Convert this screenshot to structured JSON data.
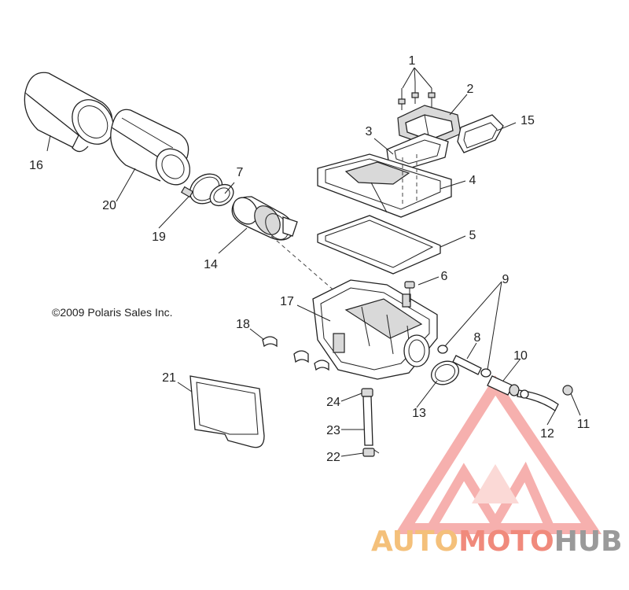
{
  "copyright": "©2009 Polaris Sales Inc.",
  "callouts": [
    "1",
    "2",
    "3",
    "4",
    "5",
    "6",
    "7",
    "8",
    "9",
    "10",
    "11",
    "12",
    "13",
    "14",
    "15",
    "16",
    "17",
    "18",
    "19",
    "20",
    "21",
    "22",
    "23",
    "24"
  ],
  "watermark": {
    "part1": "AUTO",
    "part2": "MOTO",
    "part3": "HUB",
    "colors": {
      "auto": "#f4c07a",
      "moto": "#f08a7c",
      "hub": "#9a9a9a",
      "logo": "#f5a3a0"
    }
  }
}
